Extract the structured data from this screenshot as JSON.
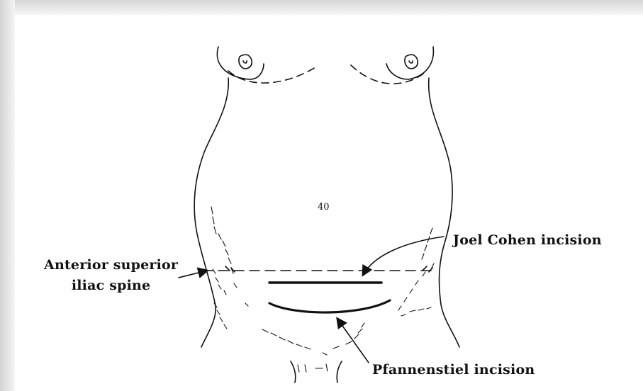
{
  "labels": {
    "asis_line1": "Anterior superior",
    "asis_line2": "iliac spine",
    "joel_cohen": "Joel Cohen incision",
    "pfannenstiel": "Pfannenstiel incision"
  },
  "umbilicus_mark": "40",
  "colors": {
    "ink": "#111111",
    "frame_shadow": "#d6d6d6"
  }
}
